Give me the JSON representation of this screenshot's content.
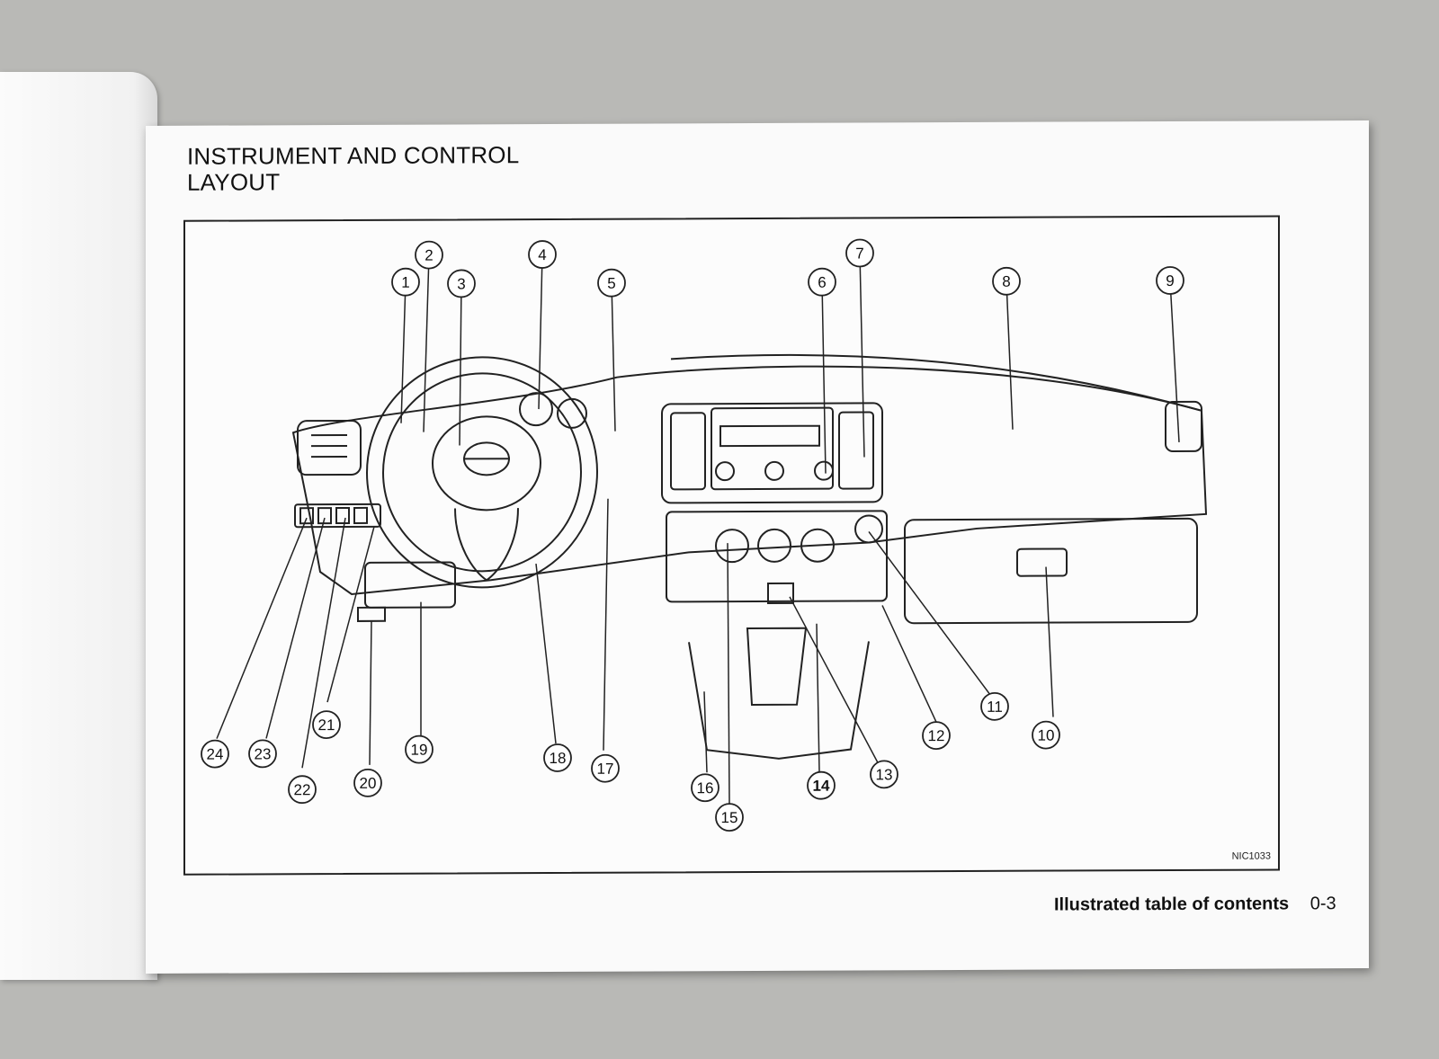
{
  "title": {
    "line1": "INSTRUMENT AND CONTROL",
    "line2": "LAYOUT"
  },
  "figure_code": "NIC1033",
  "footer": {
    "section": "Illustrated table of contents",
    "page": "0-3"
  },
  "callouts": [
    "1",
    "2",
    "3",
    "4",
    "5",
    "6",
    "7",
    "8",
    "9",
    "10",
    "11",
    "12",
    "13",
    "14",
    "15",
    "16",
    "17",
    "18",
    "19",
    "20",
    "21",
    "22",
    "23",
    "24"
  ]
}
